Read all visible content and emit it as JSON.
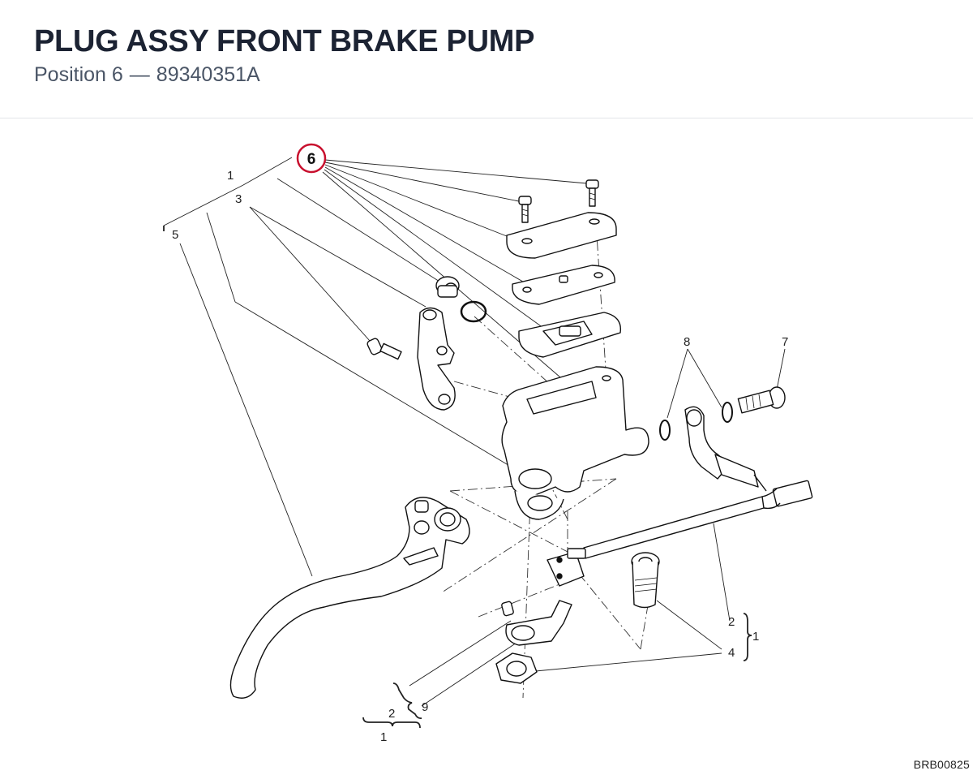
{
  "header": {
    "title": "PLUG ASSY FRONT BRAKE PUMP",
    "position_label": "Position 6",
    "separator": "—",
    "part_number": "89340351A"
  },
  "diagram": {
    "highlight": {
      "label": "6",
      "color": "#c8102e"
    },
    "callouts": {
      "c1_top": "1",
      "c3": "3",
      "c5": "5",
      "c8": "8",
      "c7": "7",
      "c2_right": "2",
      "c4_right": "4",
      "c1_right": "1",
      "c9": "9",
      "c2_bottom": "2",
      "c1_bottom": "1"
    },
    "drawing_code": "BRB00825"
  }
}
